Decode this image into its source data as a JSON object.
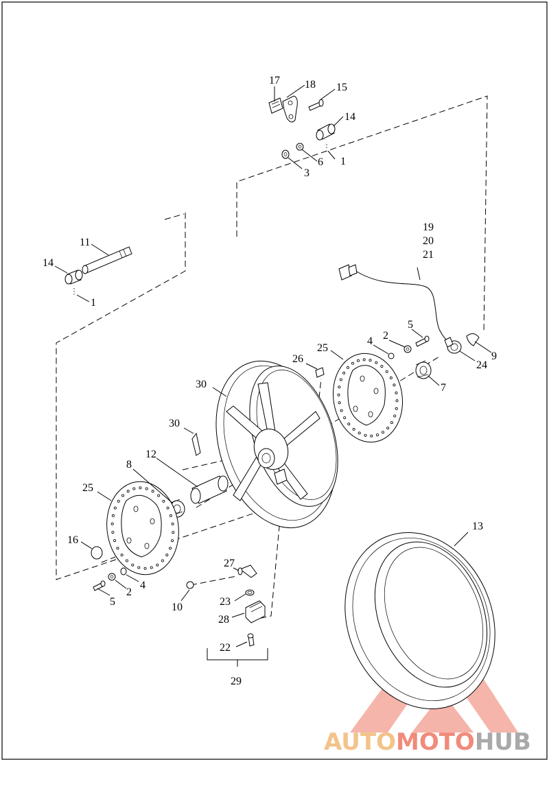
{
  "callouts": [
    {
      "id": "c17",
      "text": "17"
    },
    {
      "id": "c18",
      "text": "18"
    },
    {
      "id": "c15a",
      "text": "15"
    },
    {
      "id": "c14a",
      "text": "14"
    },
    {
      "id": "c6",
      "text": "6"
    },
    {
      "id": "c1a",
      "text": "1"
    },
    {
      "id": "c3",
      "text": "3"
    },
    {
      "id": "c11",
      "text": "11"
    },
    {
      "id": "c14b",
      "text": "14"
    },
    {
      "id": "c1b",
      "text": "1"
    },
    {
      "id": "c19",
      "text": "19"
    },
    {
      "id": "c20",
      "text": "20"
    },
    {
      "id": "c21",
      "text": "21"
    },
    {
      "id": "c5a",
      "text": "5"
    },
    {
      "id": "c4a",
      "text": "4"
    },
    {
      "id": "c2a",
      "text": "2"
    },
    {
      "id": "c9",
      "text": "9"
    },
    {
      "id": "c24",
      "text": "24"
    },
    {
      "id": "c25a",
      "text": "25"
    },
    {
      "id": "c26",
      "text": "26"
    },
    {
      "id": "c7",
      "text": "7"
    },
    {
      "id": "c30a",
      "text": "30"
    },
    {
      "id": "c30b",
      "text": "30"
    },
    {
      "id": "c12",
      "text": "12"
    },
    {
      "id": "c8",
      "text": "8"
    },
    {
      "id": "c25b",
      "text": "25"
    },
    {
      "id": "c13",
      "text": "13"
    },
    {
      "id": "c16",
      "text": "16"
    },
    {
      "id": "c2b",
      "text": "2"
    },
    {
      "id": "c4b",
      "text": "4"
    },
    {
      "id": "c5b",
      "text": "5"
    },
    {
      "id": "c27",
      "text": "27"
    },
    {
      "id": "c10",
      "text": "10"
    },
    {
      "id": "c23",
      "text": "23"
    },
    {
      "id": "c28",
      "text": "28"
    },
    {
      "id": "c22",
      "text": "22"
    },
    {
      "id": "c29",
      "text": "29"
    }
  ],
  "watermark": {
    "part1": "AUTO",
    "part2": "MOTO",
    "part3": "HUB",
    "colors": {
      "auto": "#f3c38a",
      "moto": "#f08b7a",
      "hub": "#a9a9a9",
      "triangle": "#f08b7a"
    }
  }
}
